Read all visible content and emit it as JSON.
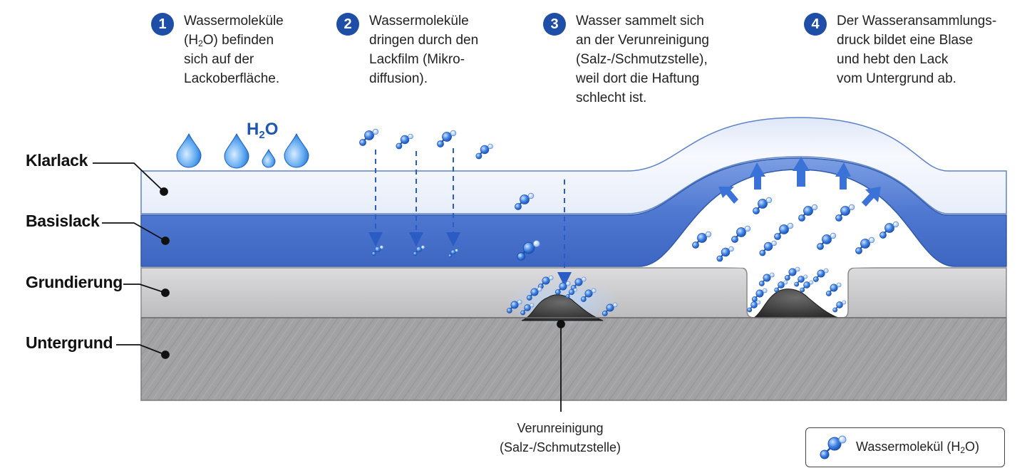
{
  "steps": [
    {
      "num": "1",
      "lines": [
        "Wassermoleküle",
        "(H",
        "2",
        "O) befinden",
        "sich auf der",
        "Lackoberfläche."
      ]
    },
    {
      "num": "2",
      "lines": [
        "Wassermoleküle",
        "dringen durch den",
        "Lackfilm (Mikro-",
        "diffusion)."
      ]
    },
    {
      "num": "3",
      "lines": [
        "Wasser sammelt sich",
        "an der Verunreinigung",
        "(Salz-/Schmutzstelle),",
        "weil dort die Haftung",
        "schlecht ist."
      ]
    },
    {
      "num": "4",
      "lines": [
        "Der Wasseransammlungs-",
        "druck bildet eine Blase",
        "und hebt den Lack",
        "vom Untergrund ab."
      ]
    }
  ],
  "layers": {
    "clearcoat": "Klarlack",
    "basecoat": "Basislack",
    "primer": "Grundierung",
    "substrate": "Untergrund"
  },
  "h2o_label": {
    "h": "H",
    "sub": "2",
    "o": "O"
  },
  "impurity_label": {
    "line1": "Verunreinigung",
    "line2": "(Salz-/Schmutzstelle)"
  },
  "legend": {
    "text_pre": "Wassermolekül (H",
    "sub": "2",
    "text_post": "O)"
  },
  "colors": {
    "step_badge": "#1f4ea6",
    "clearcoat": "#eef2fb",
    "basecoat": "#5b82d6",
    "primer": "#c9c9cb",
    "substrate": "#9b9b9d",
    "molecule": "#2f6fd6",
    "arrow": "#2a5cc4"
  }
}
